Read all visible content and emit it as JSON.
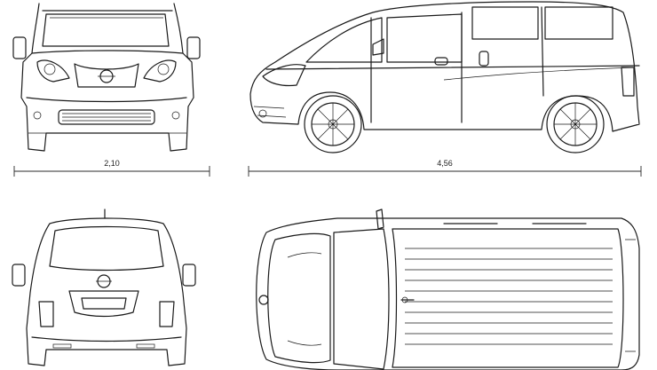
{
  "drawing": {
    "views": [
      "front-view",
      "side-view",
      "rear-view",
      "top-view"
    ],
    "dimensions": {
      "width_label": "2,10",
      "length_label": "4,56"
    },
    "colors": {
      "line": "#1a1a1a",
      "background": "#ffffff"
    }
  }
}
